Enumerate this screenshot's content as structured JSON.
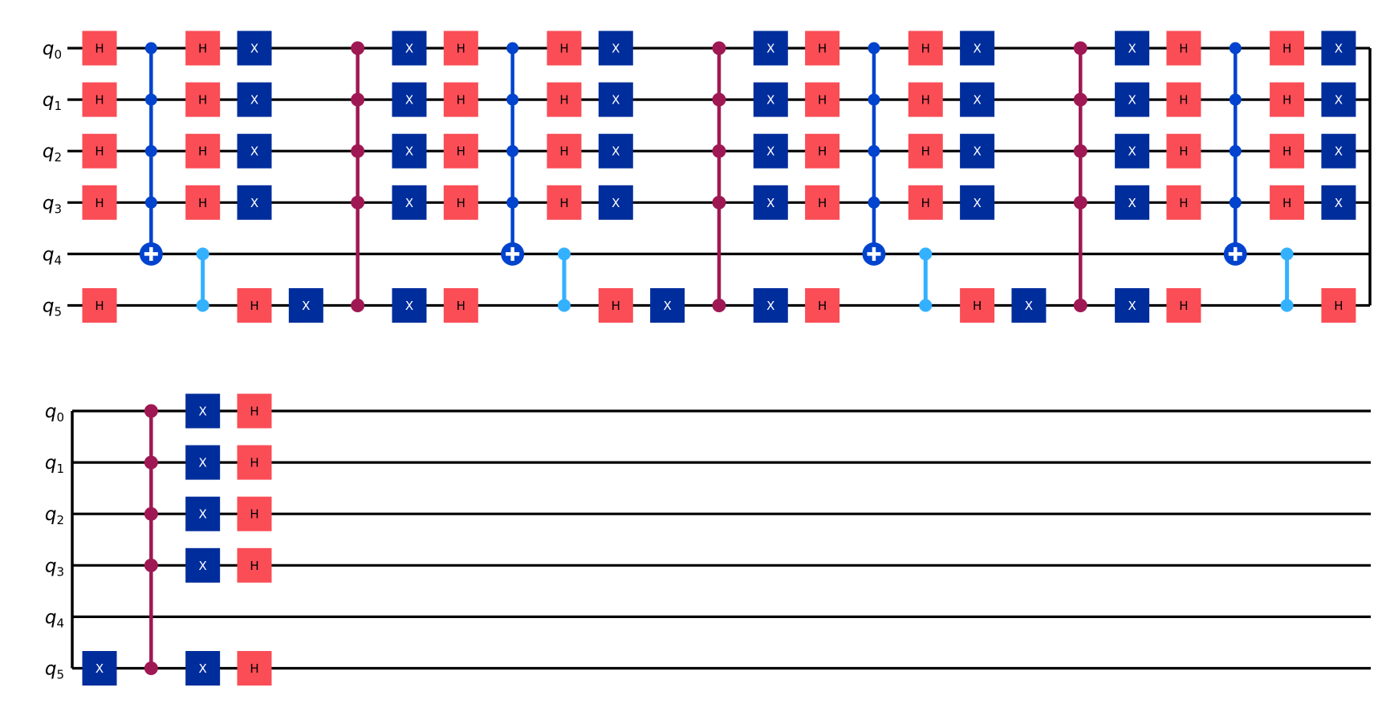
{
  "palette": {
    "background": "#FFFFFF",
    "wire": "#000000",
    "label_color": "#000000",
    "h_fill": "#FA4D56",
    "h_text": "#000000",
    "x_fill": "#002D9C",
    "x_text": "#FFFFFF",
    "mcx_color": "#0043CE",
    "cz_color": "#33B1FF",
    "mcp_color": "#9F1853"
  },
  "gate_labels": {
    "h": "H",
    "x": "X"
  },
  "circuit": {
    "type": "quantum-circuit",
    "qubit_labels": [
      {
        "base": "q",
        "sub": "0"
      },
      {
        "base": "q",
        "sub": "1"
      },
      {
        "base": "q",
        "sub": "2"
      },
      {
        "base": "q",
        "sub": "3"
      },
      {
        "base": "q",
        "sub": "4"
      },
      {
        "base": "q",
        "sub": "5"
      }
    ],
    "rows": [
      {
        "name": "fold-row-1",
        "start_connector": false,
        "end_connector": true,
        "gates": [
          {
            "col": 1,
            "type": "h",
            "qubits": [
              0,
              1,
              2,
              3,
              5
            ]
          },
          {
            "col": 2,
            "type": "mcx",
            "controls": [
              0,
              1,
              2,
              3
            ],
            "target": 4
          },
          {
            "col": 3,
            "type": "h",
            "qubits": [
              0,
              1,
              2,
              3
            ]
          },
          {
            "col": 3,
            "type": "cz",
            "qubits": [
              4,
              5
            ]
          },
          {
            "col": 4,
            "type": "x",
            "qubits": [
              0,
              1,
              2,
              3
            ]
          },
          {
            "col": 4,
            "type": "h",
            "qubits": [
              5
            ]
          },
          {
            "col": 5,
            "type": "x",
            "qubits": [
              5
            ]
          },
          {
            "col": 6,
            "type": "mcp",
            "qubits": [
              0,
              1,
              2,
              3,
              5
            ]
          },
          {
            "col": 7,
            "type": "x",
            "qubits": [
              0,
              1,
              2,
              3,
              5
            ]
          },
          {
            "col": 8,
            "type": "h",
            "qubits": [
              0,
              1,
              2,
              3,
              5
            ]
          },
          {
            "col": 9,
            "type": "mcx",
            "controls": [
              0,
              1,
              2,
              3
            ],
            "target": 4
          },
          {
            "col": 10,
            "type": "h",
            "qubits": [
              0,
              1,
              2,
              3
            ]
          },
          {
            "col": 10,
            "type": "cz",
            "qubits": [
              4,
              5
            ]
          },
          {
            "col": 11,
            "type": "x",
            "qubits": [
              0,
              1,
              2,
              3
            ]
          },
          {
            "col": 11,
            "type": "h",
            "qubits": [
              5
            ]
          },
          {
            "col": 12,
            "type": "x",
            "qubits": [
              5
            ]
          },
          {
            "col": 13,
            "type": "mcp",
            "qubits": [
              0,
              1,
              2,
              3,
              5
            ]
          },
          {
            "col": 14,
            "type": "x",
            "qubits": [
              0,
              1,
              2,
              3,
              5
            ]
          },
          {
            "col": 15,
            "type": "h",
            "qubits": [
              0,
              1,
              2,
              3,
              5
            ]
          },
          {
            "col": 16,
            "type": "mcx",
            "controls": [
              0,
              1,
              2,
              3
            ],
            "target": 4
          },
          {
            "col": 17,
            "type": "h",
            "qubits": [
              0,
              1,
              2,
              3
            ]
          },
          {
            "col": 17,
            "type": "cz",
            "qubits": [
              4,
              5
            ]
          },
          {
            "col": 18,
            "type": "x",
            "qubits": [
              0,
              1,
              2,
              3
            ]
          },
          {
            "col": 18,
            "type": "h",
            "qubits": [
              5
            ]
          },
          {
            "col": 19,
            "type": "x",
            "qubits": [
              5
            ]
          },
          {
            "col": 20,
            "type": "mcp",
            "qubits": [
              0,
              1,
              2,
              3,
              5
            ]
          },
          {
            "col": 21,
            "type": "x",
            "qubits": [
              0,
              1,
              2,
              3,
              5
            ]
          },
          {
            "col": 22,
            "type": "h",
            "qubits": [
              0,
              1,
              2,
              3,
              5
            ]
          },
          {
            "col": 23,
            "type": "mcx",
            "controls": [
              0,
              1,
              2,
              3
            ],
            "target": 4
          },
          {
            "col": 24,
            "type": "h",
            "qubits": [
              0,
              1,
              2,
              3
            ]
          },
          {
            "col": 24,
            "type": "cz",
            "qubits": [
              4,
              5
            ]
          },
          {
            "col": 25,
            "type": "x",
            "qubits": [
              0,
              1,
              2,
              3
            ]
          },
          {
            "col": 25,
            "type": "h",
            "qubits": [
              5
            ]
          }
        ]
      },
      {
        "name": "fold-row-2",
        "start_connector": true,
        "end_connector": false,
        "gates": [
          {
            "col": 1,
            "type": "x",
            "qubits": [
              5
            ]
          },
          {
            "col": 2,
            "type": "mcp",
            "qubits": [
              0,
              1,
              2,
              3,
              5
            ]
          },
          {
            "col": 3,
            "type": "x",
            "qubits": [
              0,
              1,
              2,
              3,
              5
            ]
          },
          {
            "col": 4,
            "type": "h",
            "qubits": [
              0,
              1,
              2,
              3,
              5
            ]
          }
        ]
      }
    ]
  }
}
